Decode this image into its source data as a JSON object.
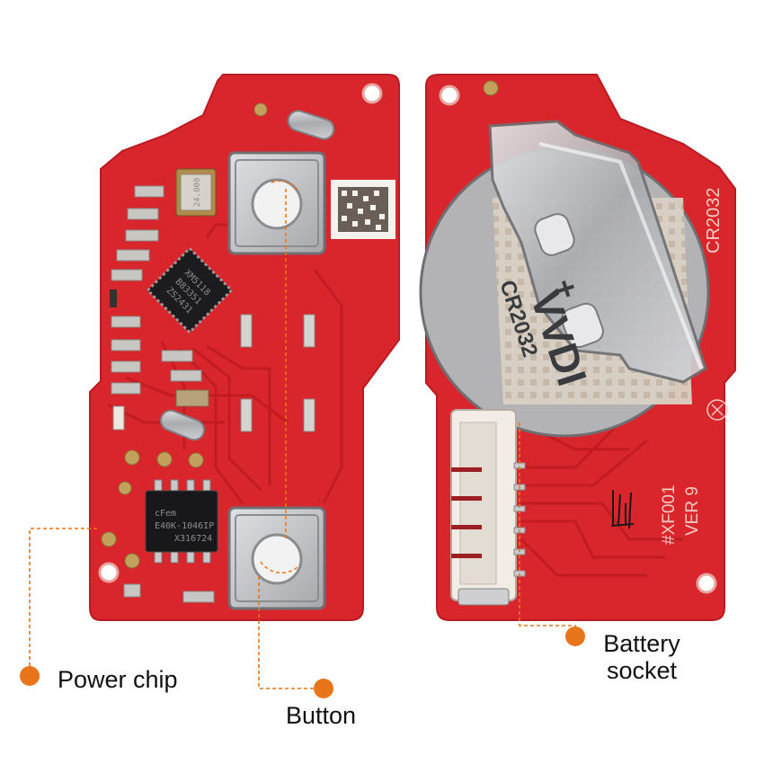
{
  "colors": {
    "pcb": "#d8262c",
    "pcb_dark": "#b81c22",
    "trace": "#c81f26",
    "metal": "#b9babd",
    "callout": "#e8751a"
  },
  "labels": {
    "power_chip": "Power chip",
    "button": "Button",
    "battery_socket_line1": "Battery",
    "battery_socket_line2": "socket"
  },
  "board_text": {
    "battery_model": "CR2032",
    "board_id": "#XF001",
    "version": "VER 9",
    "coin_cell_brand": "VVDI",
    "coin_cell_model": "CR2032",
    "coin_cell_plus": "+",
    "crystal": "24.000",
    "mcu_line1": "XM5118",
    "mcu_line2": "B83351",
    "mcu_line3": "ZS2431",
    "power_chip_line1": "cFem",
    "power_chip_line2": "E40K-1046IP",
    "power_chip_line3": "X316724"
  }
}
